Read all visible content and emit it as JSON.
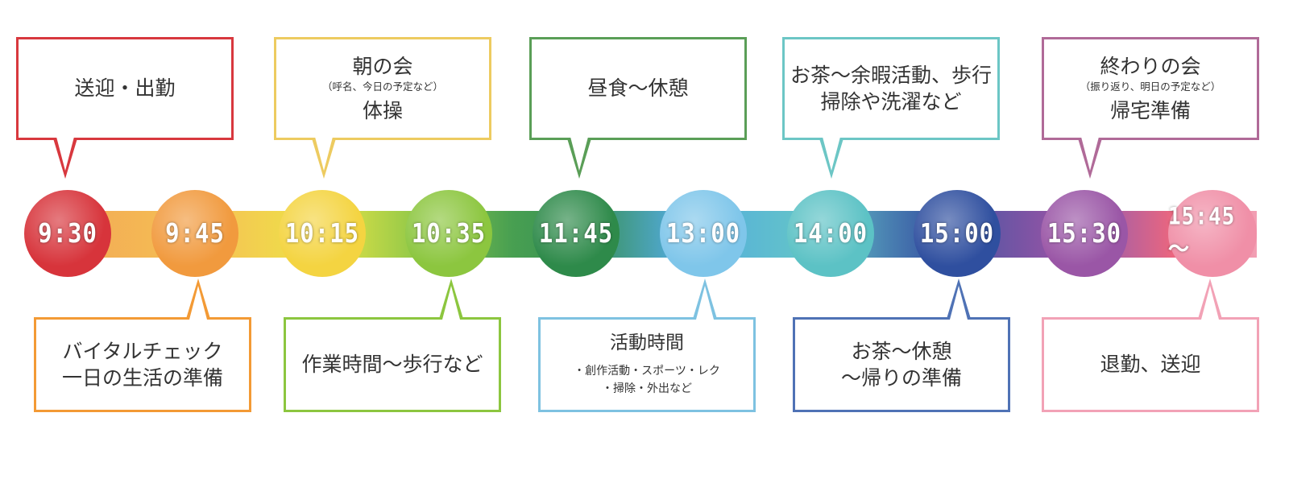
{
  "colors": {
    "c930": "#d7343b",
    "c945": "#f19a3e",
    "c1015": "#f4d441",
    "c1035": "#8cc63f",
    "c1145": "#2e8a4a",
    "c1300": "#7fc6ea",
    "c1400": "#5cc2c5",
    "c1500": "#2f4f9f",
    "c1530": "#9a56a6",
    "c1545": "#f08fa7",
    "b_top1": "#d8383e",
    "b_top2": "#edcb60",
    "b_top3": "#5a9e57",
    "b_top4": "#6cc6c5",
    "b_top5": "#b06a98",
    "b_bot1": "#f39a35",
    "b_bot2": "#8cc63f",
    "b_bot3": "#7ec2e1",
    "b_bot4": "#4f72b5",
    "b_bot5": "#f2a2b6"
  },
  "timeline": {
    "times": [
      "9:30",
      "9:45",
      "10:15",
      "10:35",
      "11:45",
      "13:00",
      "14:00",
      "15:00",
      "15:30",
      "15:45～"
    ]
  },
  "top": {
    "b1": {
      "main": "送迎・出勤"
    },
    "b2": {
      "title": "朝の会",
      "note": "（呼名、今日の予定など）",
      "sub": "体操"
    },
    "b3": {
      "main": "昼食～休憩"
    },
    "b4": {
      "main": "お茶～余暇活動、歩行\n掃除や洗濯など"
    },
    "b5": {
      "title": "終わりの会",
      "note": "（振り返り、明日の予定など）",
      "sub": "帰宅準備"
    }
  },
  "bottom": {
    "b1": {
      "main": "バイタルチェック\n一日の生活の準備"
    },
    "b2": {
      "main": "作業時間～歩行など"
    },
    "b3": {
      "title": "活動時間",
      "note": "・創作活動・スポーツ・レク\n・掃除・外出など"
    },
    "b4": {
      "main": "お茶～休憩\n～帰りの準備"
    },
    "b5": {
      "main": "退勤、送迎"
    }
  }
}
